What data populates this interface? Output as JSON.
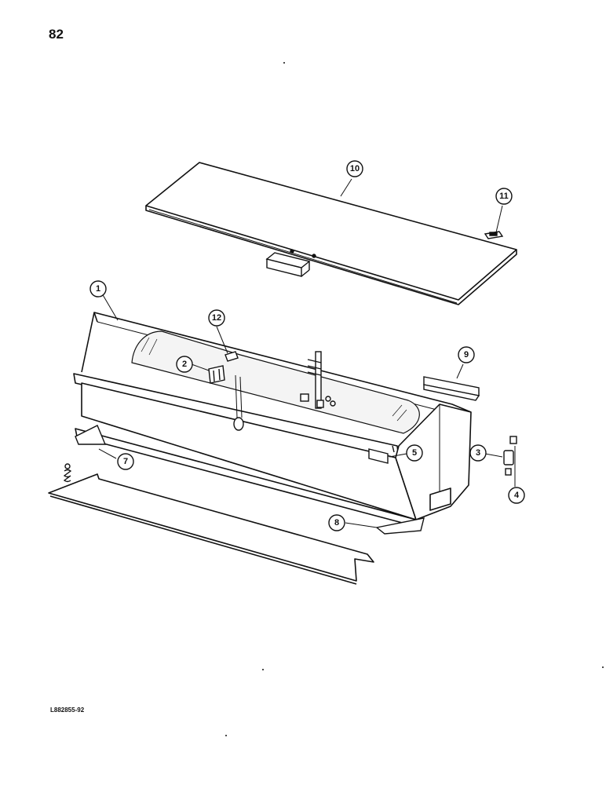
{
  "page": {
    "number": "82",
    "figure_code": "L882855-92"
  },
  "callouts": {
    "c1": "1",
    "c2": "2",
    "c3": "3",
    "c4": "4",
    "c5": "5",
    "c6": "7",
    "c7": "8",
    "c8": "9",
    "c9": "10",
    "c10": "11",
    "c11": "12"
  },
  "colors": {
    "ink": "#111111",
    "paper": "#ffffff",
    "shade": "#d9d9d9"
  }
}
